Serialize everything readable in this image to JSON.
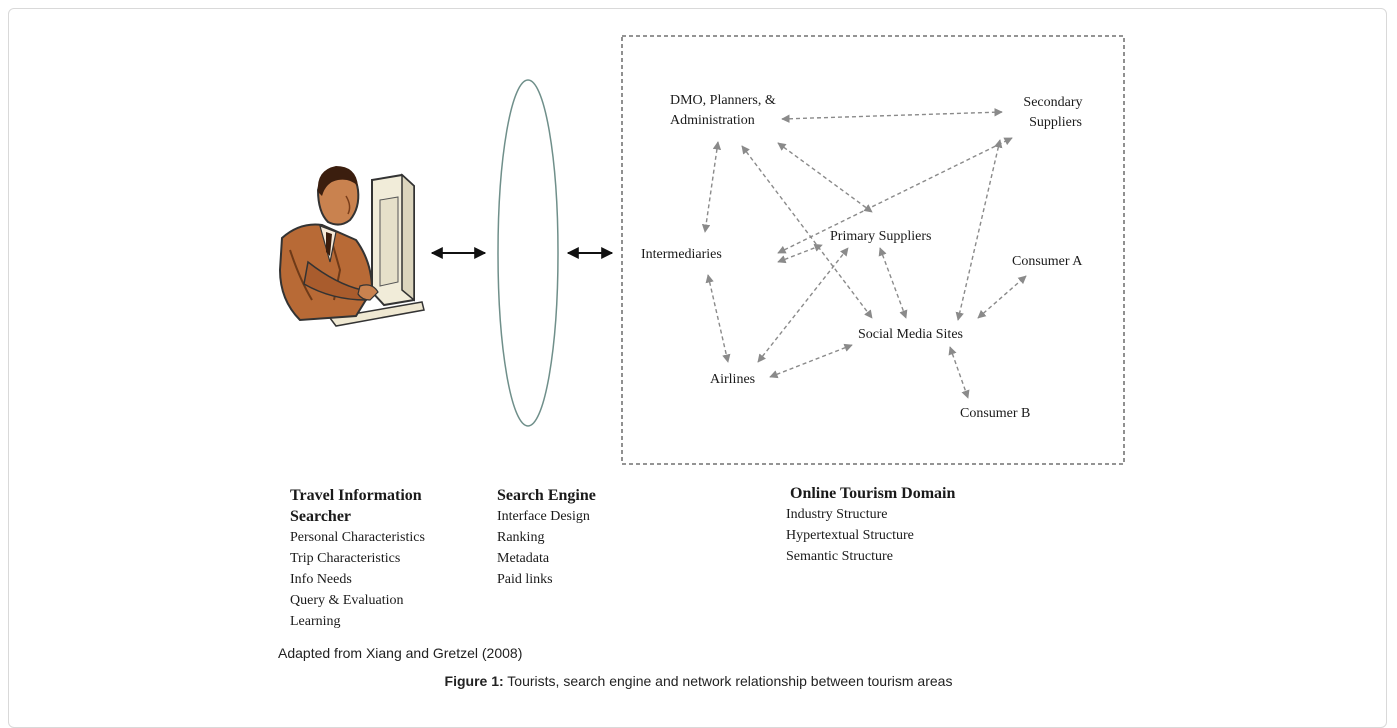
{
  "figure": {
    "nodes": {
      "dmo": [
        "DMO, Planners, &",
        "Administration"
      ],
      "secondary": [
        "Secondary",
        "Suppliers"
      ],
      "intermediaries": [
        "Intermediaries"
      ],
      "primary": [
        "Primary Suppliers"
      ],
      "consumer_a": [
        "Consumer A"
      ],
      "social": [
        "Social Media Sites"
      ],
      "airlines": [
        "Airlines"
      ],
      "consumer_b": [
        "Consumer B"
      ]
    },
    "searcher": {
      "heading": [
        "Travel Information",
        "Searcher"
      ],
      "items": [
        "Personal Characteristics",
        "Trip Characteristics",
        "Info Needs",
        "Query & Evaluation",
        "Learning"
      ]
    },
    "search_engine": {
      "heading": "Search Engine",
      "items": [
        "Interface Design",
        "Ranking",
        "Metadata",
        "Paid links"
      ]
    },
    "domain": {
      "heading": "Online Tourism Domain",
      "items": [
        "Industry Structure",
        "Hypertextual Structure",
        "Semantic Structure"
      ]
    },
    "source_note": "Adapted from Xiang and Gretzel (2008)",
    "caption_label": "Figure 1:",
    "caption_text": " Tourists, search engine and network relationship between tourism areas"
  },
  "colors": {
    "arrow_dashed": "#8a8a8a",
    "arrow_solid": "#111111",
    "ellipse_stroke": "#6f8f8a",
    "box_dash": "#555555",
    "skin": "#c9824f",
    "suit": "#b86a36"
  }
}
